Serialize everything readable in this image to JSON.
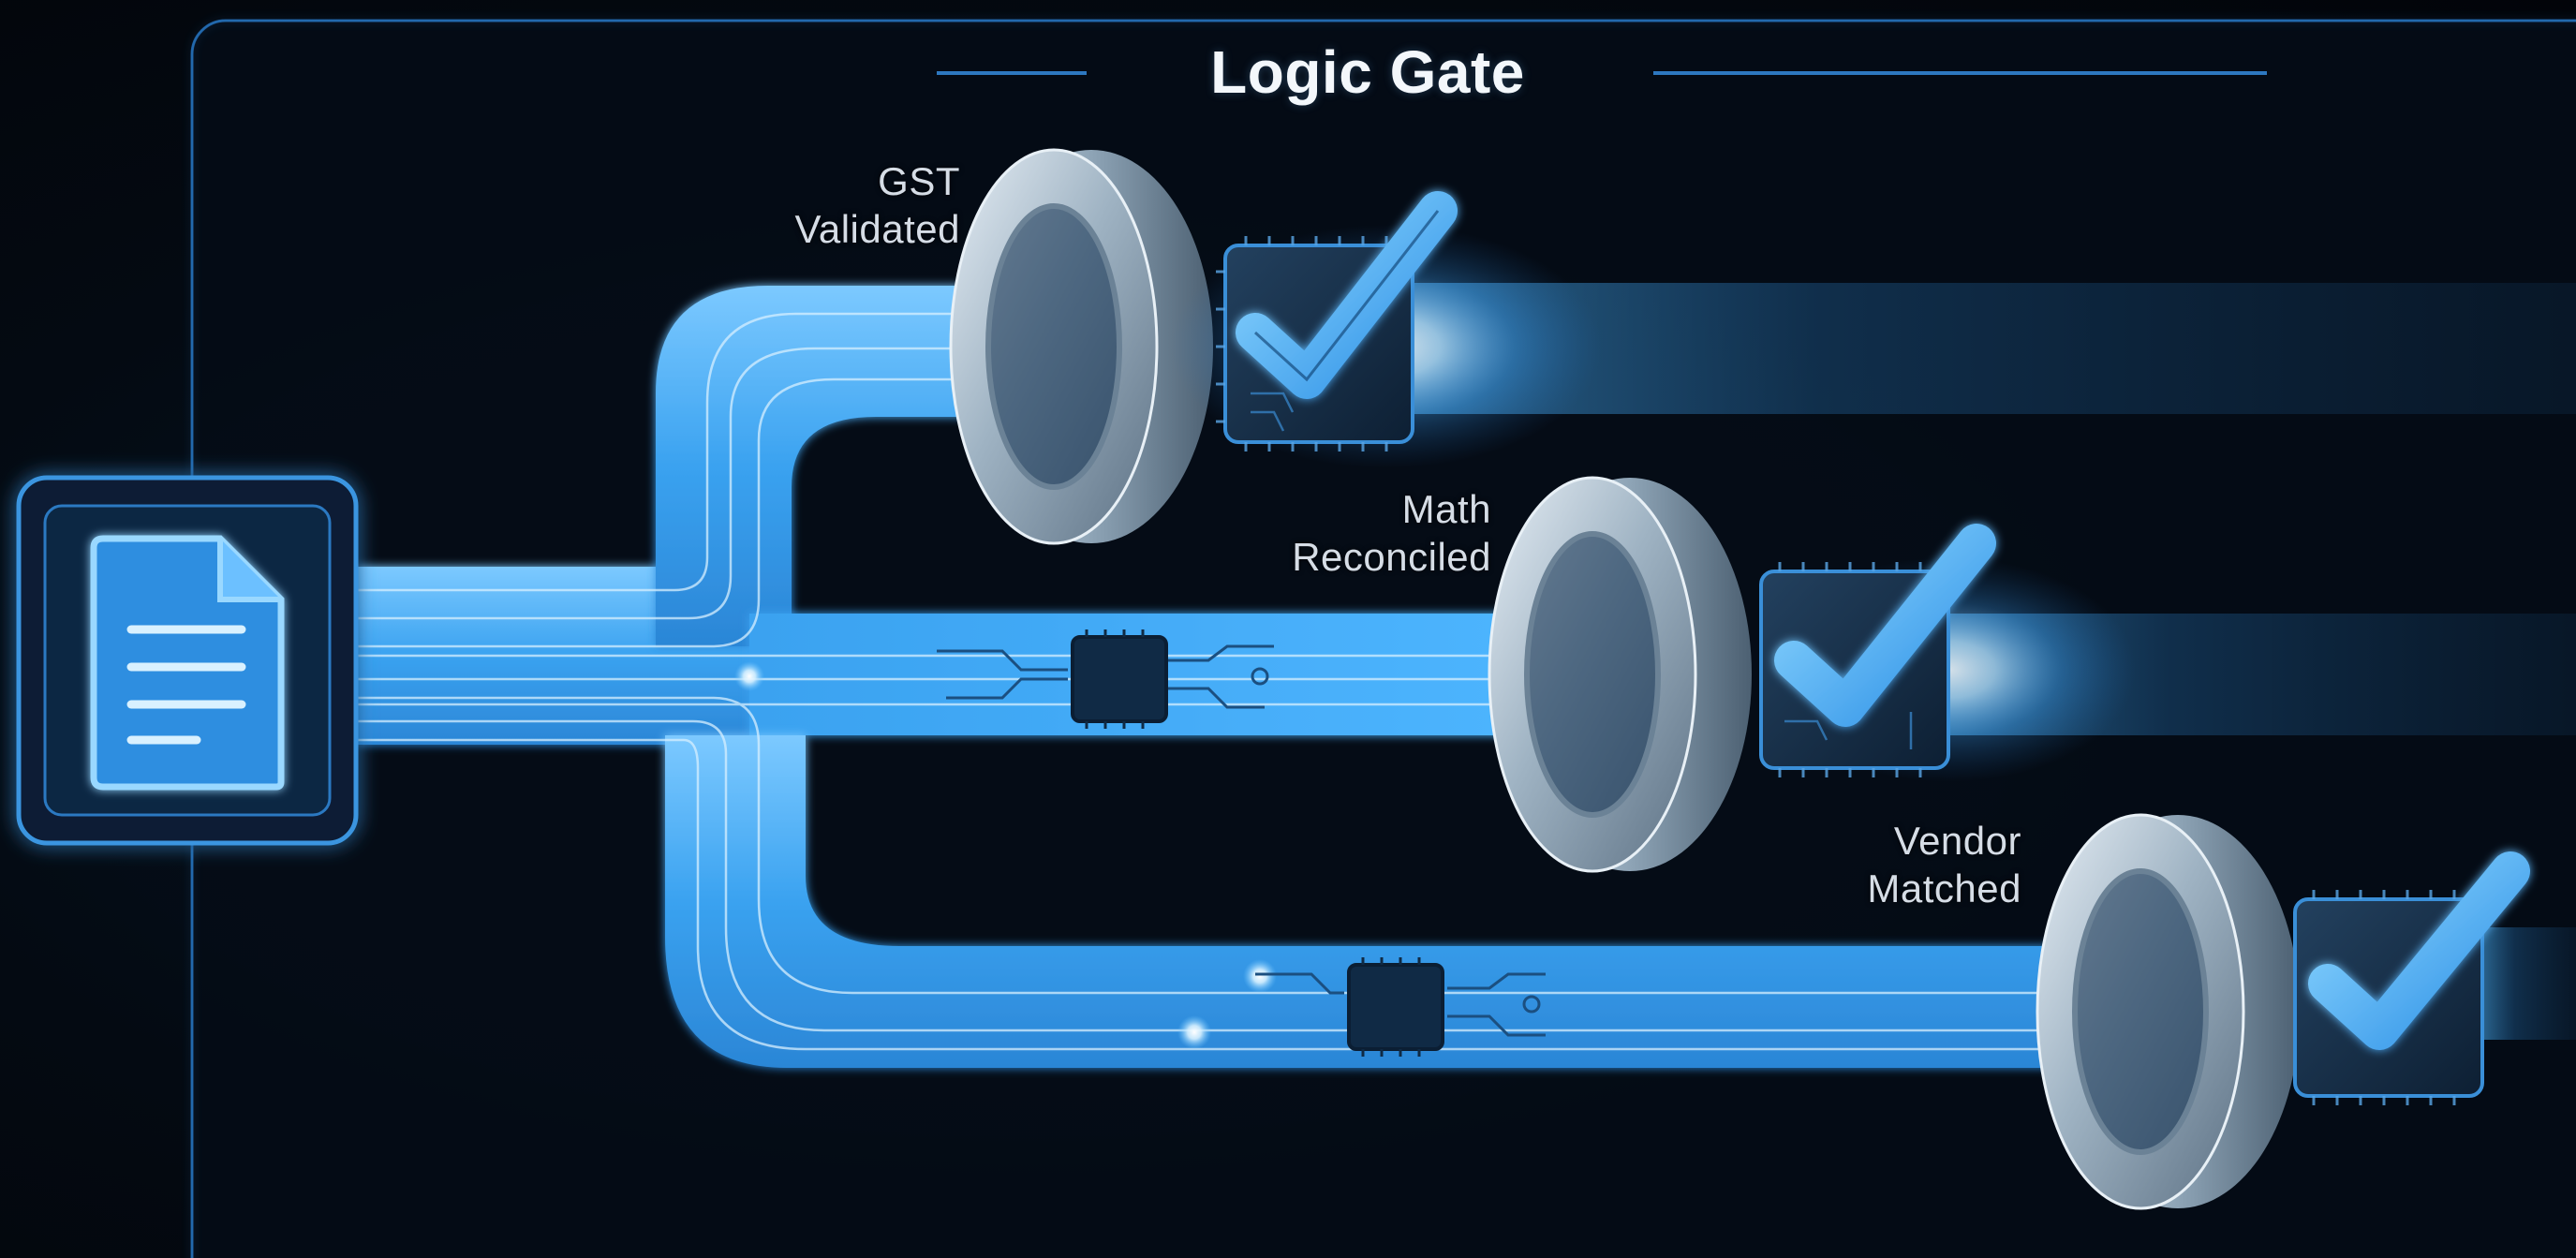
{
  "title": "Logic Gate",
  "gates": [
    {
      "label_line1": "GST",
      "label_line2": "Validated",
      "status": "check-icon"
    },
    {
      "label_line1": "Math",
      "label_line2": "Reconciled",
      "status": "check-icon"
    },
    {
      "label_line1": "Vendor",
      "label_line2": "Matched",
      "status": "check-icon"
    }
  ],
  "source": {
    "icon": "document-icon"
  },
  "colors": {
    "background": "#03070d",
    "panel_border": "#1f5fa0",
    "flow_blue": "#3aa7f5",
    "flow_light": "#8fd4ff",
    "glow": "#5cc2ff",
    "ring": "#b9c8d4",
    "title": "#f3f7fb",
    "label": "#d6dde6"
  }
}
